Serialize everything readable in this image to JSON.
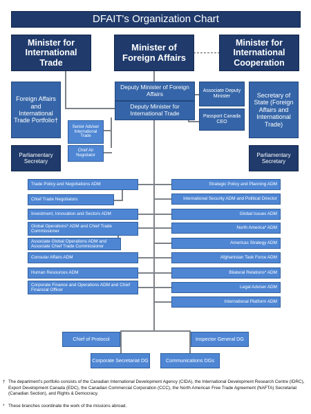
{
  "title": "DFAIT's Organization Chart",
  "ministers": {
    "trade": "Minister for International Trade",
    "foreign": "Minister of Foreign Affairs",
    "cooperation": "Minister for International Cooperation"
  },
  "portfolio": {
    "left": "Foreign Affairs and International Trade Portfolio†",
    "left_secretary": "Parliamentary Secretary",
    "right": "Secretary of State (Foreign Affairs and International Trade)",
    "right_secretary": "Parliamentary Secretary"
  },
  "deputies": {
    "foreign": "Deputy Minister of Foreign Affairs",
    "trade": "Deputy Minister for International Trade",
    "associate": "Associate Deputy Minister",
    "passport": "Passport Canada CEO",
    "senior_adviser": "Senior Adviser International Trade",
    "chief_air": "Chief Air Negotiator"
  },
  "left_branches": [
    "Trade Policy and Negotiations ADM",
    "Chief Trade Negotiators",
    "Investment, Innovation and Sectors ADM",
    "Global Operations* ADM and Chief Trade Commissioner",
    "Associate Global Operations ADM and Associate Chief Trade Commissioner",
    "Consular Affairs ADM",
    "Human Resources ADM",
    "Corporate Finance and Operations ADM and Chief Financial Officer"
  ],
  "right_branches": [
    "Strategic Policy and Planning ADM",
    "International Security ADM and Political Director",
    "Global Issues ADM",
    "North America* ADM",
    "Americas Strategy ADM",
    "Afghanistan Task Force ADM",
    "Bilateral Relations* ADM",
    "Legal Adviser ADM",
    "International Platform ADM"
  ],
  "bottom": {
    "protocol": "Chief of Protocol",
    "corporate_secretariat": "Corporate Secretariat DG",
    "communications": "Communications DGs",
    "inspector": "Inspector General DG"
  },
  "footnotes": {
    "dagger_symbol": "†",
    "dagger_text": "The department's portfolio consists of the Canadian International Development Agency (CIDA), the International Development Research Centre (IDRC), Export Development Canada (EDC), the Canadian Commercial Corporation (CCC), the North American Free Trade Agreement (NAFTA) Secretariat (Canadian Section), and Rights & Democracy.",
    "star_symbol": "*",
    "star_text": "These branches coordinate the work of the missions abroad."
  }
}
